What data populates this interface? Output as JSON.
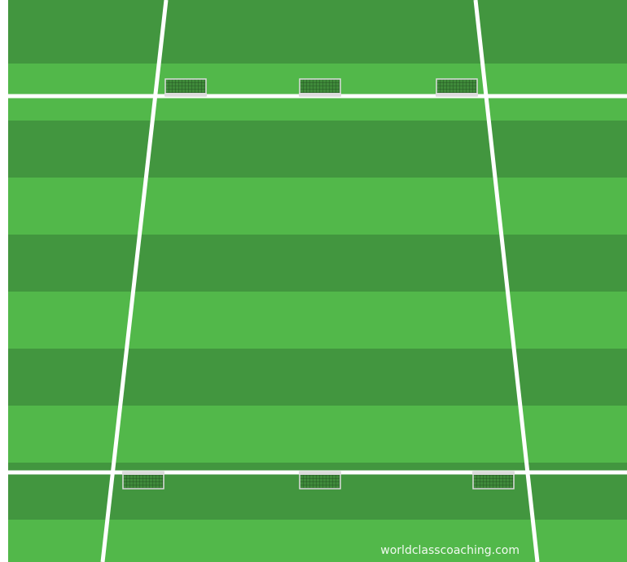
{
  "diagram": {
    "watermark": "worldclasscoaching.com",
    "colors": {
      "grass_dark": "#42963f",
      "grass_light": "#52b84a",
      "lines": "#ffffff",
      "goal_frame": "#dcdcdc",
      "goal_net": "#2f6b2f"
    },
    "elements": {
      "goals": 6,
      "horizontal_lines": 2,
      "sidelines": 2
    }
  }
}
